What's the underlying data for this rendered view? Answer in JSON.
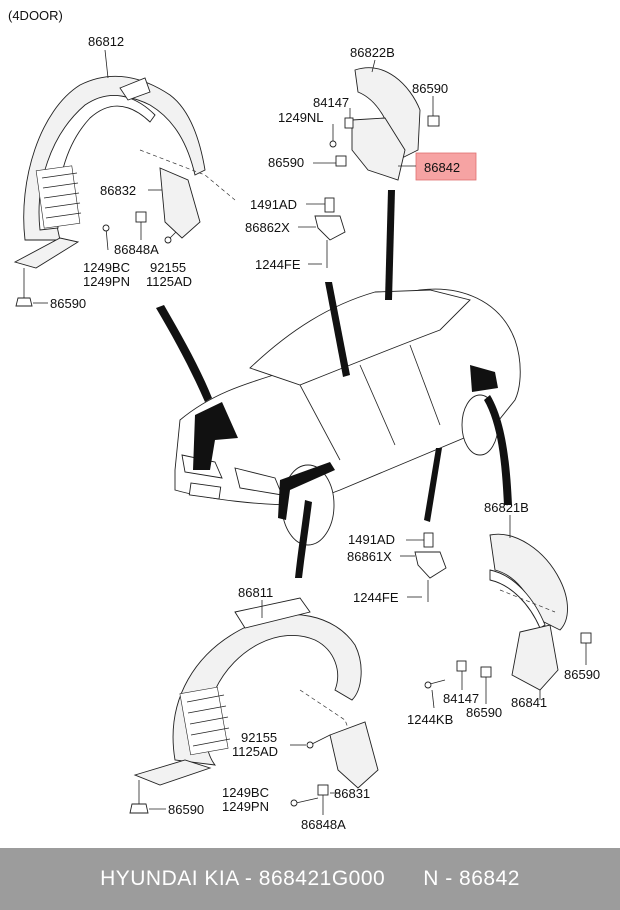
{
  "diagram": {
    "variant": "(4DOOR)",
    "labels": {
      "p86812": "86812",
      "p86822B": "86822B",
      "p84147_top": "84147",
      "p1249NL": "1249NL",
      "p86590_top_r": "86590",
      "p86590_top_l": "86590",
      "p86842": "86842",
      "p86832": "86832",
      "p1491AD_top": "1491AD",
      "p86862X": "86862X",
      "p86848A_top": "86848A",
      "p1249BC_top": "1249BC",
      "p1249PN_top": "1249PN",
      "p92155_top": "92155",
      "p1125AD_top": "1125AD",
      "p1244FE_top": "1244FE",
      "p86590_left": "86590",
      "p86821B": "86821B",
      "p1491AD_mid": "1491AD",
      "p86861X": "86861X",
      "p1244FE_mid": "1244FE",
      "p86811": "86811",
      "p86590_right": "86590",
      "p84147_bot": "84147",
      "p86590_bot_mid": "86590",
      "p86841": "86841",
      "p1244KB": "1244KB",
      "p92155_bot": "92155",
      "p1125AD_bot": "1125AD",
      "p1249BC_bot": "1249BC",
      "p1249PN_bot": "1249PN",
      "p86831": "86831",
      "p86848A_bot": "86848A",
      "p86590_bot": "86590"
    },
    "highlight_color": "#f6a3a3"
  },
  "footer": {
    "text": "HYUNDAI KIA - 868421G000      N - 86842"
  }
}
